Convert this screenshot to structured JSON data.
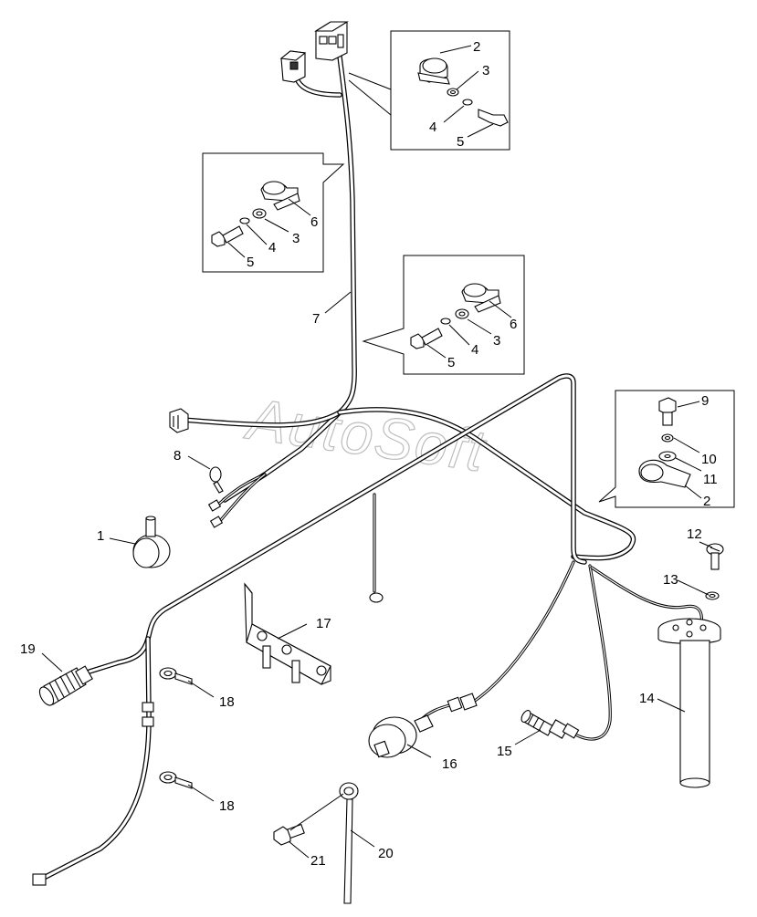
{
  "watermark": "AutoSoft",
  "callouts": {
    "c1": "1",
    "c2a": "2",
    "c3a": "3",
    "c4a": "4",
    "c5a": "5",
    "c6b": "6",
    "c3b": "3",
    "c4b": "4",
    "c5b": "5",
    "c7": "7",
    "c6c": "6",
    "c3c": "3",
    "c4c": "4",
    "c5c": "5",
    "c8": "8",
    "c9": "9",
    "c10": "10",
    "c11": "11",
    "c2d": "2",
    "c12": "12",
    "c13": "13",
    "c14": "14",
    "c15": "15",
    "c16": "16",
    "c17": "17",
    "c18a": "18",
    "c18b": "18",
    "c19": "19",
    "c20": "20",
    "c21": "21"
  }
}
